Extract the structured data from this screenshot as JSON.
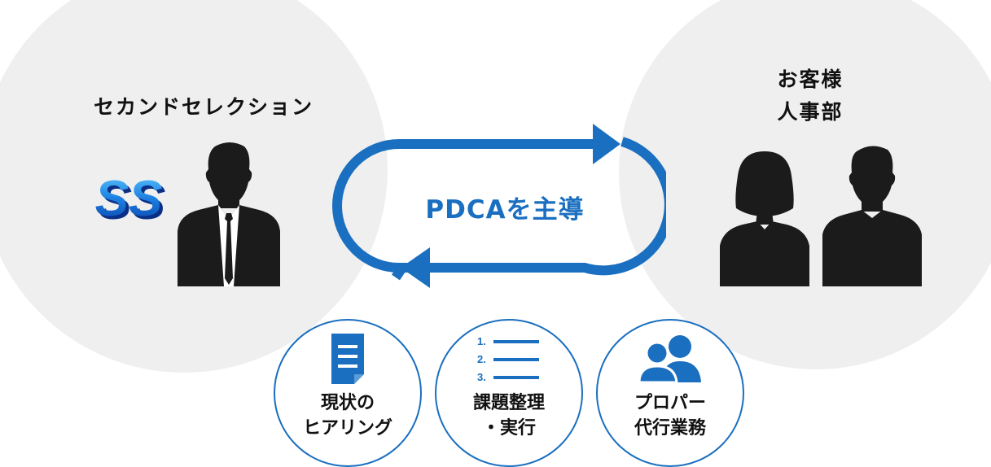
{
  "left_party": {
    "label": "セカンドセレクション",
    "logo_text": "SS"
  },
  "right_party": {
    "label_line1": "お客様",
    "label_line2": "人事部"
  },
  "cycle": {
    "label": "PDCAを主導",
    "color": "#1a6fc0"
  },
  "services": [
    {
      "icon": "document-icon",
      "line1": "現状の",
      "line2": "ヒアリング"
    },
    {
      "icon": "numbered-list-icon",
      "line1": "課題整理",
      "line2": "・実行",
      "list_numbers": [
        "1.",
        "2.",
        "3."
      ]
    },
    {
      "icon": "people-icon",
      "line1": "プロパー",
      "line2": "代行業務"
    }
  ]
}
